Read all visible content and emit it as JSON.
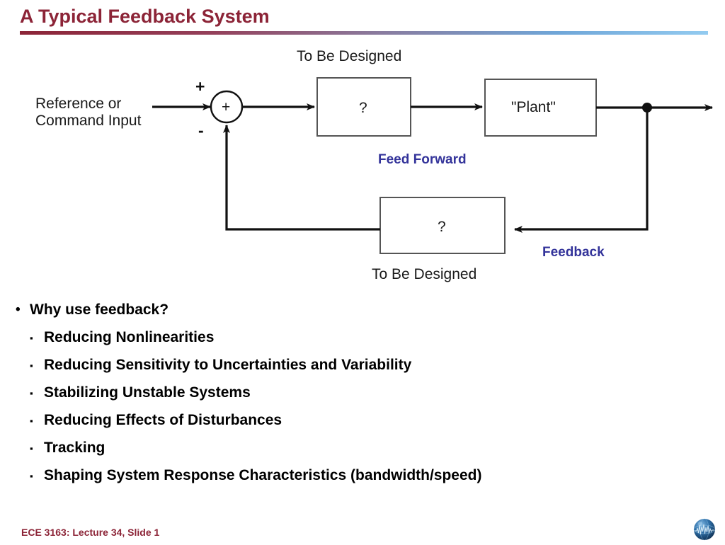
{
  "slide": {
    "title": "A Typical Feedback System",
    "footer": "ECE 3163: Lecture 34, Slide 1",
    "accent_color": "#8C2437",
    "rule_color_start": "#8C2437",
    "rule_color_end": "#93CBF0",
    "blue_label_color": "#33339A"
  },
  "diagram": {
    "input_label_line1": "Reference or",
    "input_label_line2": "Command Input",
    "sum_symbol": "+",
    "sum_plus_sign": "+",
    "sum_minus_sign": "-",
    "forward_top_label": "To Be Designed",
    "forward_box_text": "?",
    "forward_bottom_label": "Feed Forward",
    "plant_box_text": "\"Plant\"",
    "feedback_box_text": "?",
    "feedback_bottom_label": "To Be Designed",
    "feedback_label": "Feedback"
  },
  "bullets": [
    {
      "level": 1,
      "marker": "•",
      "text": "Why use feedback?"
    },
    {
      "level": 2,
      "marker": "▪",
      "text": "Reducing Nonlinearities"
    },
    {
      "level": 2,
      "marker": "▪",
      "text": "Reducing Sensitivity to Uncertainties and Variability"
    },
    {
      "level": 2,
      "marker": "▪",
      "text": "Stabilizing Unstable Systems"
    },
    {
      "level": 2,
      "marker": "▪",
      "text": "Reducing Effects of Disturbances"
    },
    {
      "level": 2,
      "marker": "▪",
      "text": "Tracking"
    },
    {
      "level": 2,
      "marker": "▪",
      "text": "Shaping System Response Characteristics (bandwidth/speed)"
    }
  ]
}
